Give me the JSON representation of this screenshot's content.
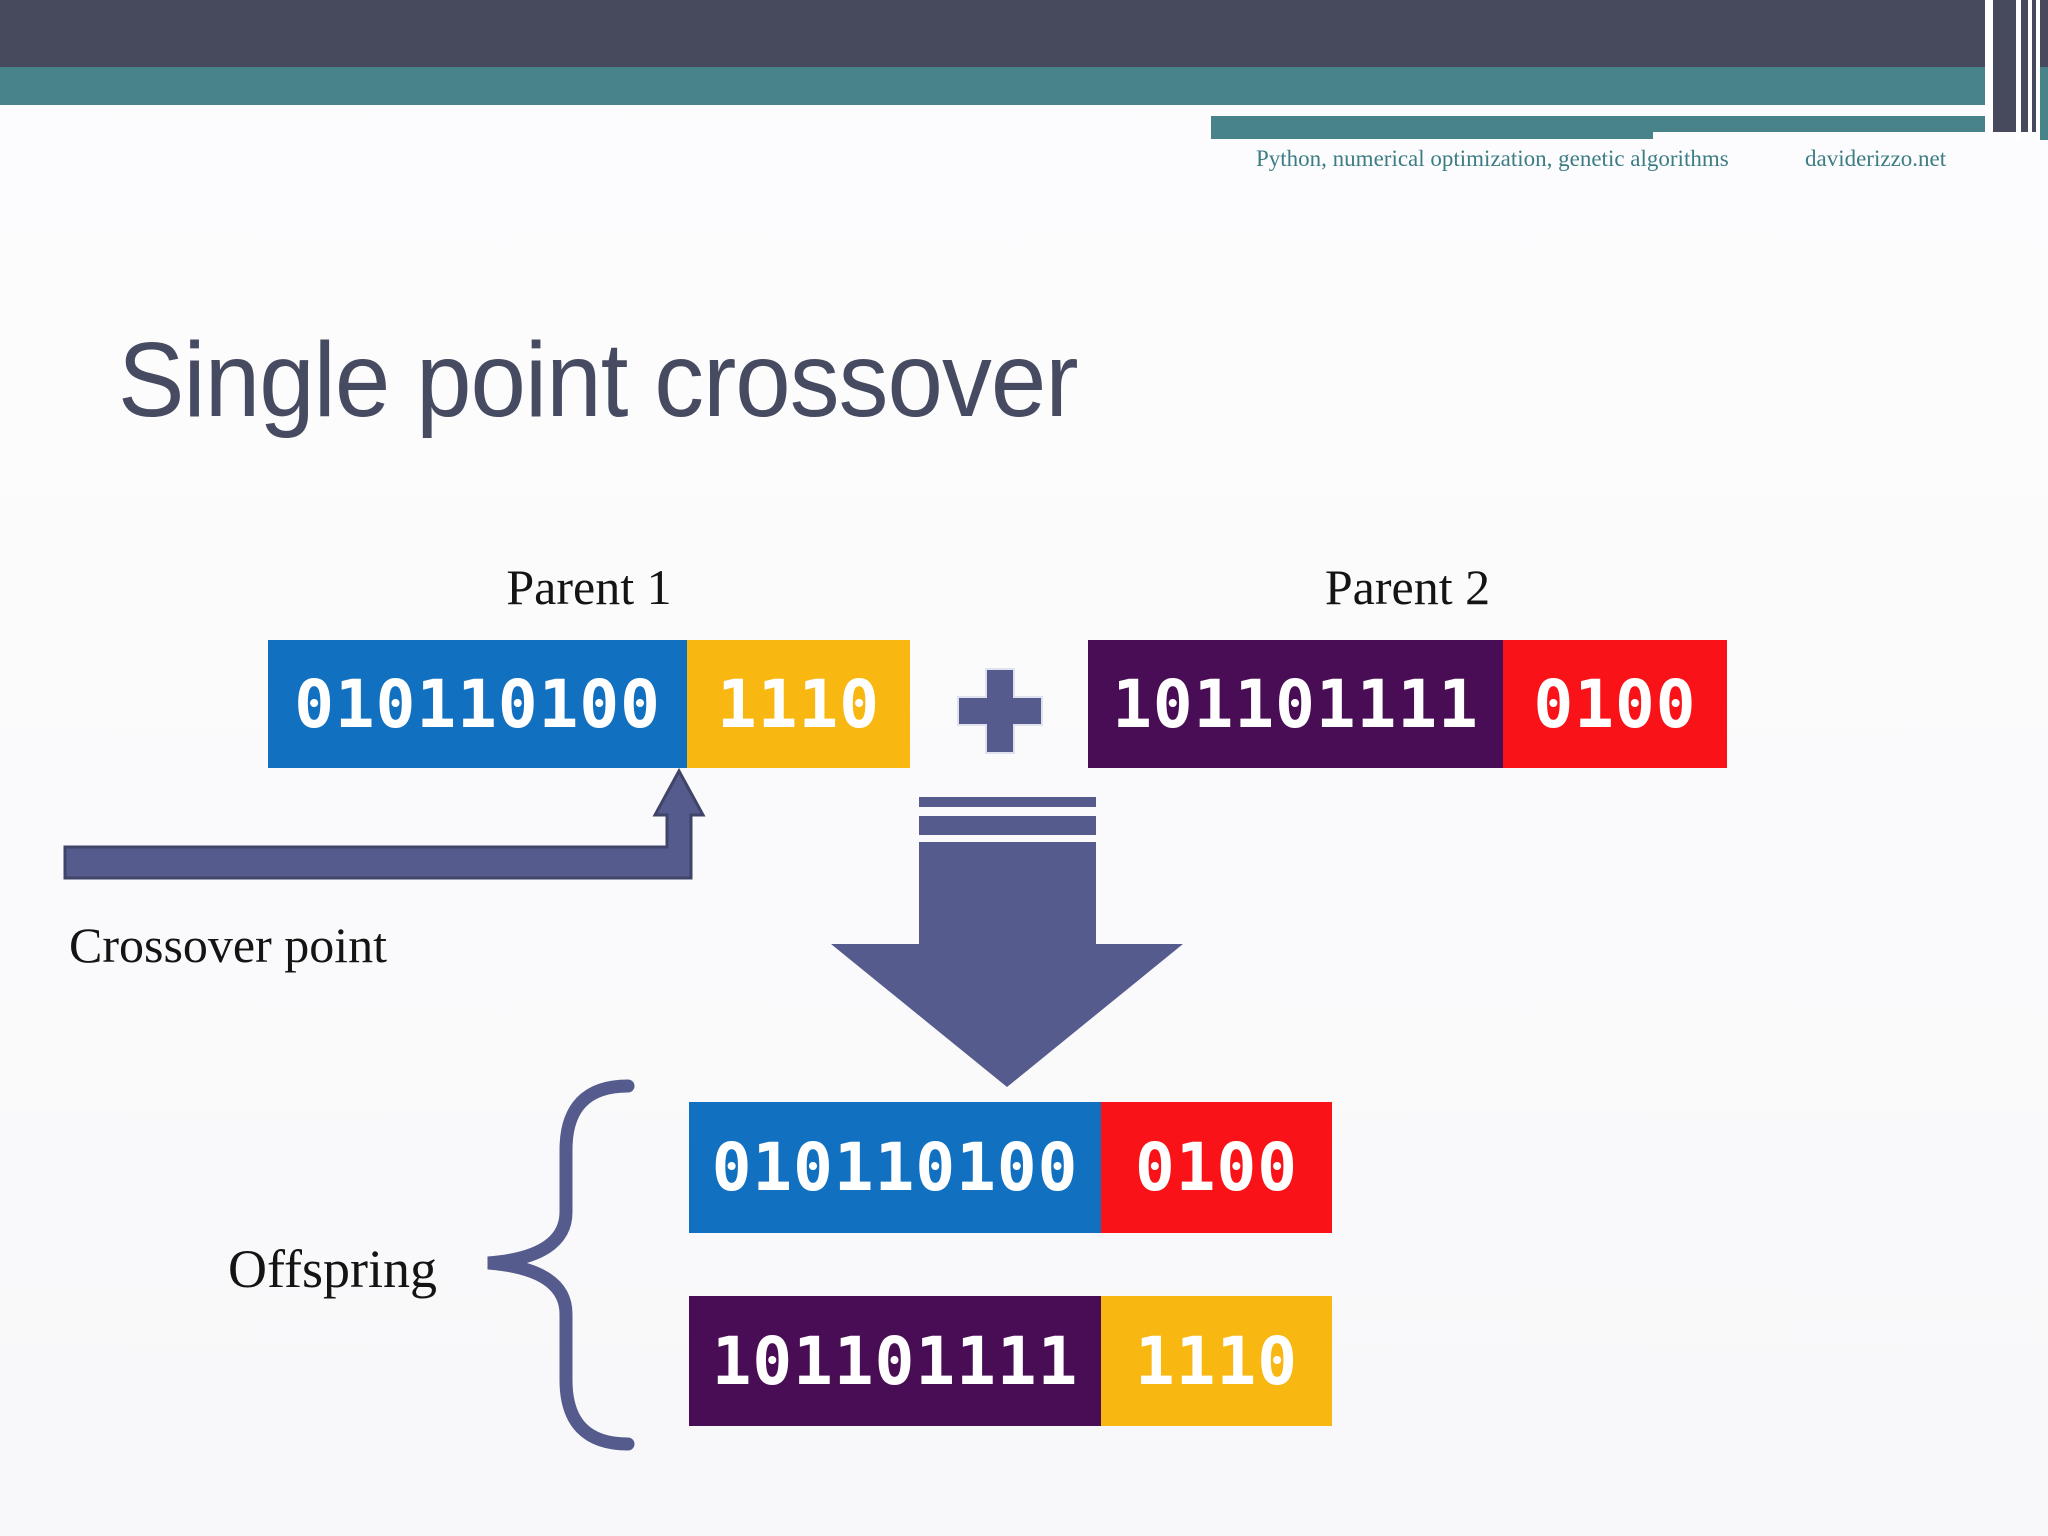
{
  "header": {
    "topic": "Python, numerical optimization, genetic algorithms",
    "site": "daviderizzo.net"
  },
  "title": "Single point crossover",
  "diagram": {
    "parent1": {
      "label": "Parent 1",
      "head_bits": "010110100",
      "tail_bits": "1110"
    },
    "parent2": {
      "label": "Parent 2",
      "head_bits": "101101111",
      "tail_bits": "0100"
    },
    "crossover_label": "Crossover point",
    "offspring_label": "Offspring",
    "child1": {
      "head_bits": "010110100",
      "tail_bits": "0100"
    },
    "child2": {
      "head_bits": "101101111",
      "tail_bits": "1110"
    }
  },
  "icons": {
    "plus": "plus-icon",
    "merge_arrow": "striped-down-arrow-icon",
    "crossover_pointer": "elbow-up-arrow-icon",
    "offspring_brace": "curly-brace-icon"
  },
  "colors": {
    "header_dark": "#474a5c",
    "header_teal": "#478389",
    "header_text_teal": "#3b7d83",
    "title_text": "#474b61",
    "label_text": "#141414",
    "accent_slate": "#565b8d",
    "bit_blue": "#1170bf",
    "bit_yellow": "#f8b711",
    "bit_purple": "#490d55",
    "bit_red": "#f91318",
    "bit_text": "#ffffff"
  }
}
